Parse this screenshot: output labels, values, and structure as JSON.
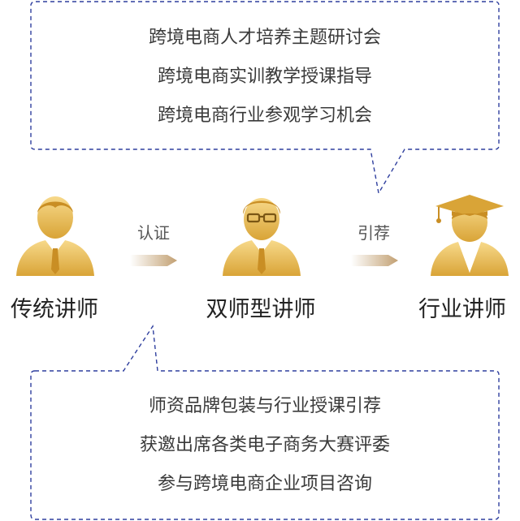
{
  "top_callout": {
    "lines": [
      "跨境电商人才培养主题研讨会",
      "跨境电商实训教学授课指导",
      "跨境电商行业参观学习机会"
    ]
  },
  "bottom_callout": {
    "lines": [
      "师资品牌包装与行业授课引荐",
      "获邀出席各类电子商务大赛评委",
      "参与跨境电商企业项目咨询"
    ]
  },
  "roles": {
    "traditional": "传统讲师",
    "dual": "双师型讲师",
    "industry": "行业讲师"
  },
  "relations": {
    "certify": "认证",
    "recommend": "引荐"
  },
  "colors": {
    "gold_light": "#f7d98a",
    "gold_dark": "#d9a437",
    "dash_blue": "#2f3f9e"
  }
}
